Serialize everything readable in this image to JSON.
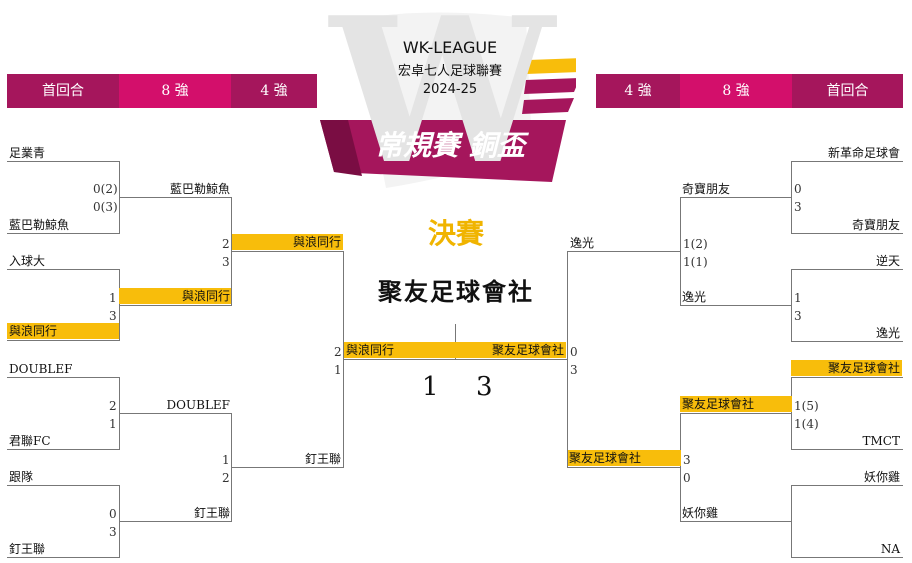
{
  "logo": {
    "league": "WK-LEAGUE",
    "league_full": "宏卓七人足球聯賽",
    "season": "2024-25",
    "cup": "常規賽 銅盃",
    "watermark_letter": "W"
  },
  "colors": {
    "dark": "#a5165c",
    "mid": "#d30f6b",
    "winner": "#f8bd0b",
    "final_title": "#f0b400"
  },
  "header_left": [
    "首回合",
    "8 強",
    "4 強"
  ],
  "header_right": [
    "4 強",
    "8 強",
    "首回合"
  ],
  "final": {
    "title": "決賽",
    "champion": "聚友足球會社",
    "left_team": "與浪同行",
    "right_team": "聚友足球會社",
    "left_score": "1",
    "right_score": "3"
  },
  "left_r1": [
    {
      "top": "足業青",
      "bottom": "藍巴勒鯨魚",
      "top_score": "0(2)",
      "bottom_score": "0(3)"
    },
    {
      "top": "入球大",
      "bottom": "與浪同行",
      "top_score": "1",
      "bottom_score": "3"
    },
    {
      "top": "DOUBLEF",
      "bottom": "君聯FC",
      "top_score": "2",
      "bottom_score": "1"
    },
    {
      "top": "跟隊",
      "bottom": "釘王聯",
      "top_score": "0",
      "bottom_score": "3"
    }
  ],
  "left_qf": [
    {
      "top": "藍巴勒鯨魚",
      "bottom": "與浪同行",
      "top_score": "2",
      "bottom_score": "3"
    },
    {
      "top": "DOUBLEF",
      "bottom": "釘王聯",
      "top_score": "1",
      "bottom_score": "2"
    }
  ],
  "left_sf": {
    "top": "與浪同行",
    "bottom": "釘王聯",
    "top_score": "2",
    "bottom_score": "1"
  },
  "right_r1": [
    {
      "top": "新革命足球會",
      "bottom": "奇寶朋友",
      "top_score": "0",
      "bottom_score": "3"
    },
    {
      "top": "逆天",
      "bottom": "逸光",
      "top_score": "1",
      "bottom_score": "3"
    },
    {
      "top": "聚友足球會社",
      "bottom": "TMCT",
      "top_score": "1(5)",
      "bottom_score": "1(4)"
    },
    {
      "top": "妖你雞",
      "bottom": "NA",
      "top_score": "",
      "bottom_score": ""
    }
  ],
  "right_qf": [
    {
      "top": "奇寶朋友",
      "bottom": "逸光",
      "top_score": "1(2)",
      "bottom_score": "1(1)"
    },
    {
      "top": "聚友足球會社",
      "bottom": "妖你雞",
      "top_score": "3",
      "bottom_score": "0"
    }
  ],
  "right_sf": {
    "top": "逸光",
    "bottom": "聚友足球會社",
    "top_score": "0",
    "bottom_score": "3"
  }
}
